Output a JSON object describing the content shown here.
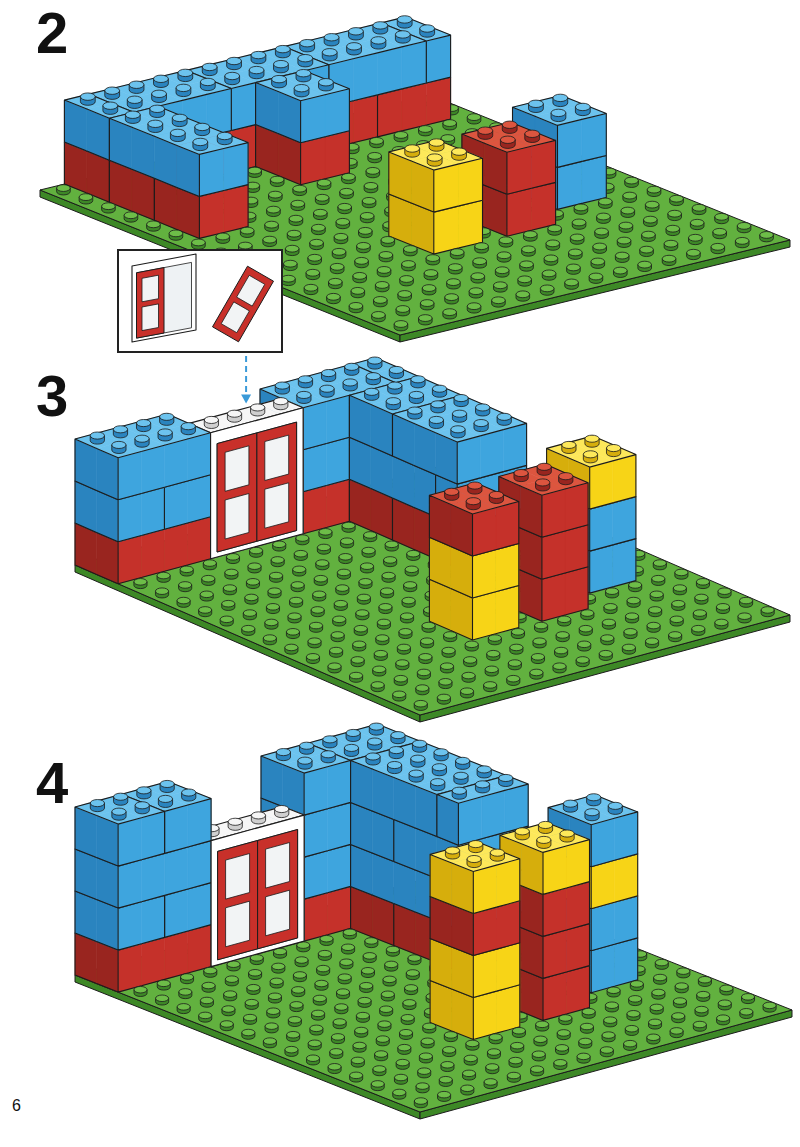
{
  "diagram": {
    "labels": [
      "2",
      "3",
      "4",
      "6"
    ]
  }
}
